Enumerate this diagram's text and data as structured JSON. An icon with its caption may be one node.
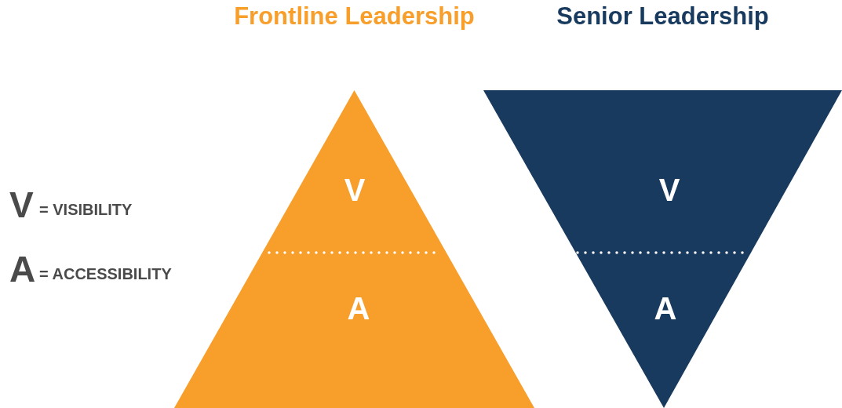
{
  "diagram": {
    "nodes": [
      {
        "text": [
          "Frontline Leadership"
        ]
      },
      {
        "text": [
          "V"
        ],
        "in": 0
      },
      {
        "text": [
          "A"
        ],
        "in": 0
      },
      {
        "text": [
          "Senior Leadership"
        ]
      },
      {
        "text": [
          "V"
        ],
        "in": 3
      },
      {
        "text": [
          "A"
        ],
        "in": 3
      }
    ],
    "labels": [
      "V",
      "= VISIBILITY",
      "A",
      "= ACCESSIBILITY"
    ]
  }
}
